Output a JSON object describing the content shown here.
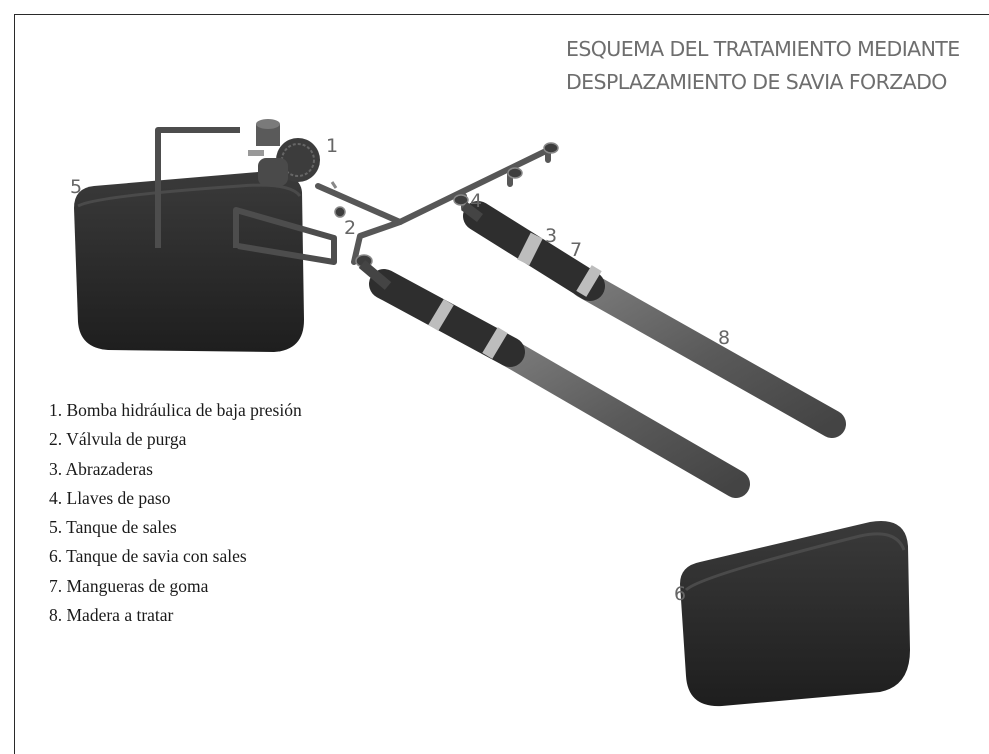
{
  "title": {
    "line1": "ESQUEMA DEL TRATAMIENTO MEDIANTE",
    "line2": "DESPLAZAMIENTO DE SAVIA FORZADO"
  },
  "callouts": {
    "c1": "1",
    "c2": "2",
    "c3": "3",
    "c4": "4",
    "c5": "5",
    "c6": "6",
    "c7": "7",
    "c8": "8"
  },
  "legend": [
    "1. Bomba hidráulica de baja presión",
    "2. Válvula de purga",
    "3. Abrazaderas",
    "4. Llaves de paso",
    "5. Tanque de sales",
    "6. Tanque de savia con sales",
    "7. Mangueras de goma",
    "8. Madera a tratar"
  ],
  "colors": {
    "tank": "#2c2c2c",
    "pipe": "#4a4a4a",
    "wood": "#5e5e5e",
    "hose": "#333333",
    "callout_text": "#666666",
    "title_text": "#6e6e6e"
  }
}
